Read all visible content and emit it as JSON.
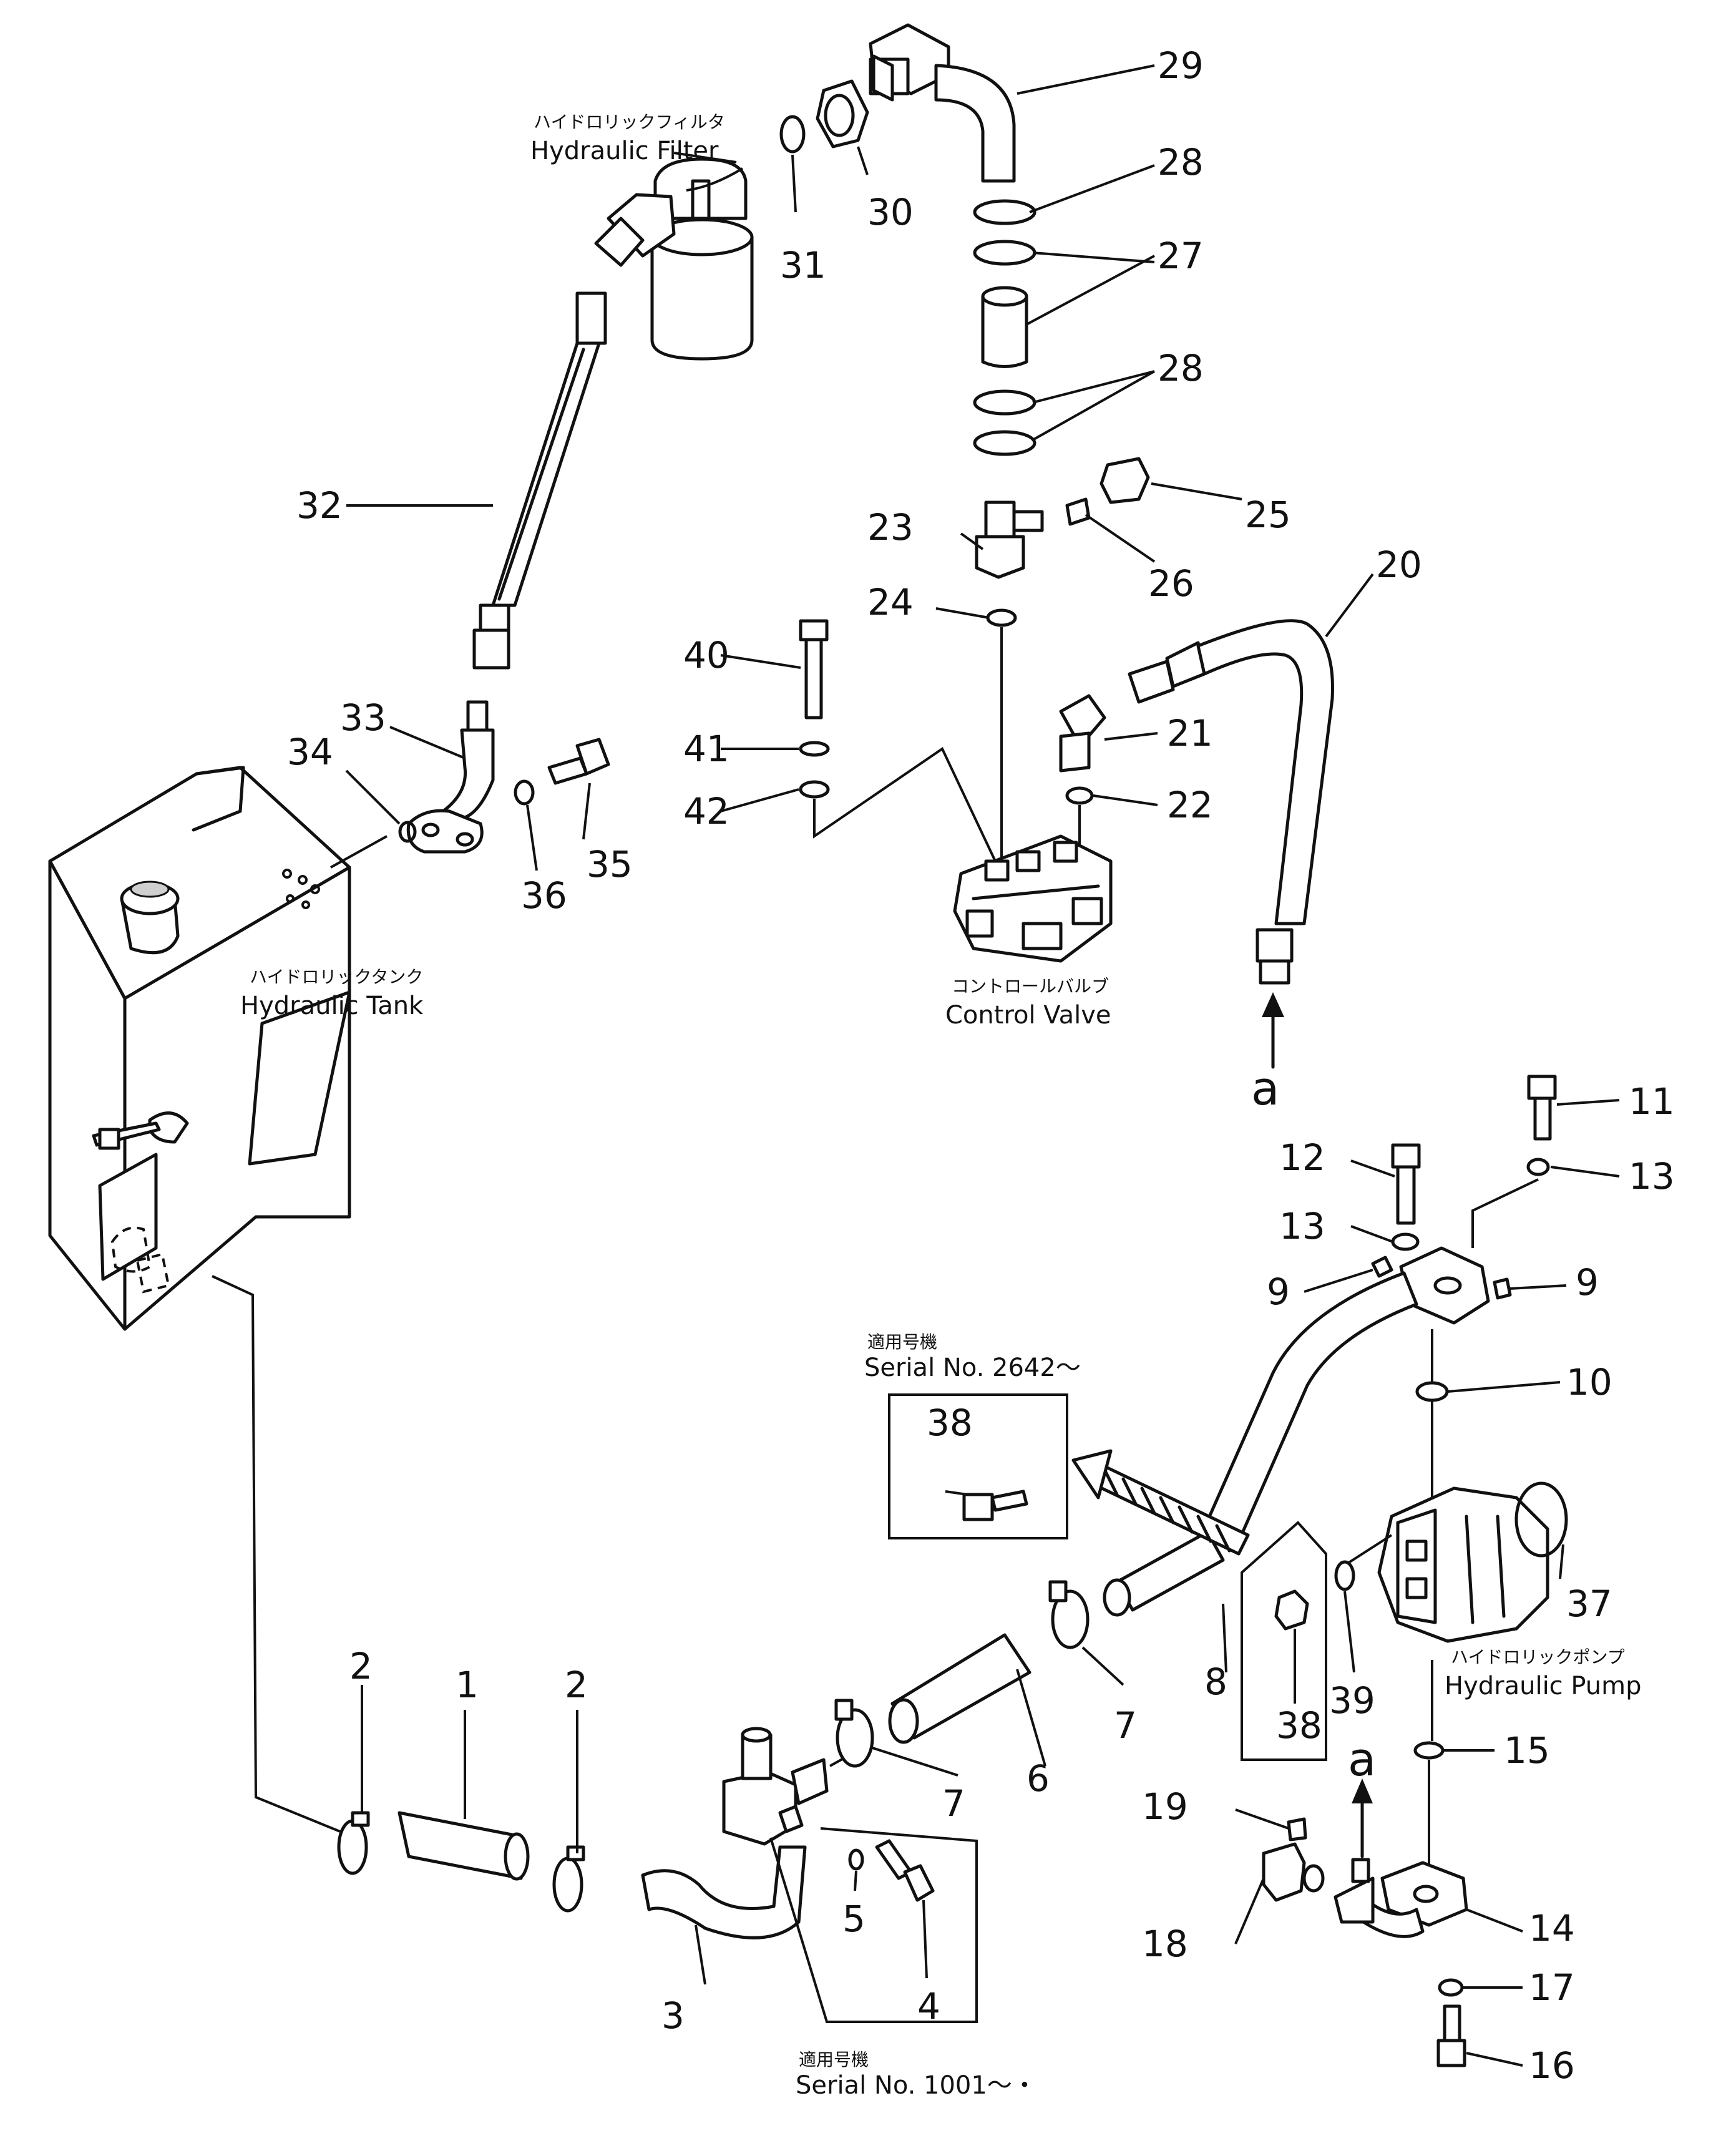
{
  "labels": {
    "hydraulic_filter_jp": "ハイドロリックフィルタ",
    "hydraulic_filter_en": "Hydraulic Filter",
    "hydraulic_tank_jp": "ハイドロリックタンク",
    "hydraulic_tank_en": "Hydraulic Tank",
    "control_valve_jp": "コントロールバルブ",
    "control_valve_en": "Control Valve",
    "hydraulic_pump_jp": "ハイドロリックポンプ",
    "hydraulic_pump_en": "Hydraulic Pump",
    "serial_2642_jp": "適用号機",
    "serial_2642_en": "Serial No. 2642～",
    "serial_1001_jp": "適用号機",
    "serial_1001_en": "Serial No. 1001～・",
    "marker_a": "a"
  },
  "parts": {
    "p1": "1",
    "p2": "2",
    "p3": "3",
    "p4": "4",
    "p5": "5",
    "p6": "6",
    "p7": "7",
    "p8": "8",
    "p9": "9",
    "p10": "10",
    "p11": "11",
    "p12": "12",
    "p13": "13",
    "p14": "14",
    "p15": "15",
    "p16": "16",
    "p17": "17",
    "p18": "18",
    "p19": "19",
    "p20": "20",
    "p21": "21",
    "p22": "22",
    "p23": "23",
    "p24": "24",
    "p25": "25",
    "p26": "26",
    "p27": "27",
    "p28": "28",
    "p29": "29",
    "p30": "30",
    "p31": "31",
    "p32": "32",
    "p33": "33",
    "p34": "34",
    "p35": "35",
    "p36": "36",
    "p37": "37",
    "p38": "38",
    "p39": "39",
    "p40": "40",
    "p41": "41",
    "p42": "42"
  }
}
